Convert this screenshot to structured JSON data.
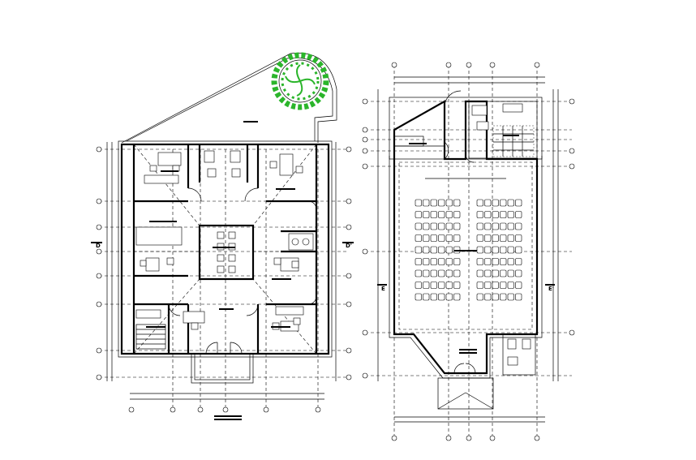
{
  "section_marks": {
    "left_d": "D",
    "left_d_prime": "D'",
    "right_e": "E",
    "right_e_prime": "E'"
  },
  "colors": {
    "line": "#000000",
    "tree_foliage": "#2bb52b",
    "background": "#ffffff"
  },
  "icons": [
    "tree-icon",
    "door-swing-icon",
    "chair-icon",
    "desk-icon",
    "toilet-icon",
    "grid-bubble-icon"
  ]
}
